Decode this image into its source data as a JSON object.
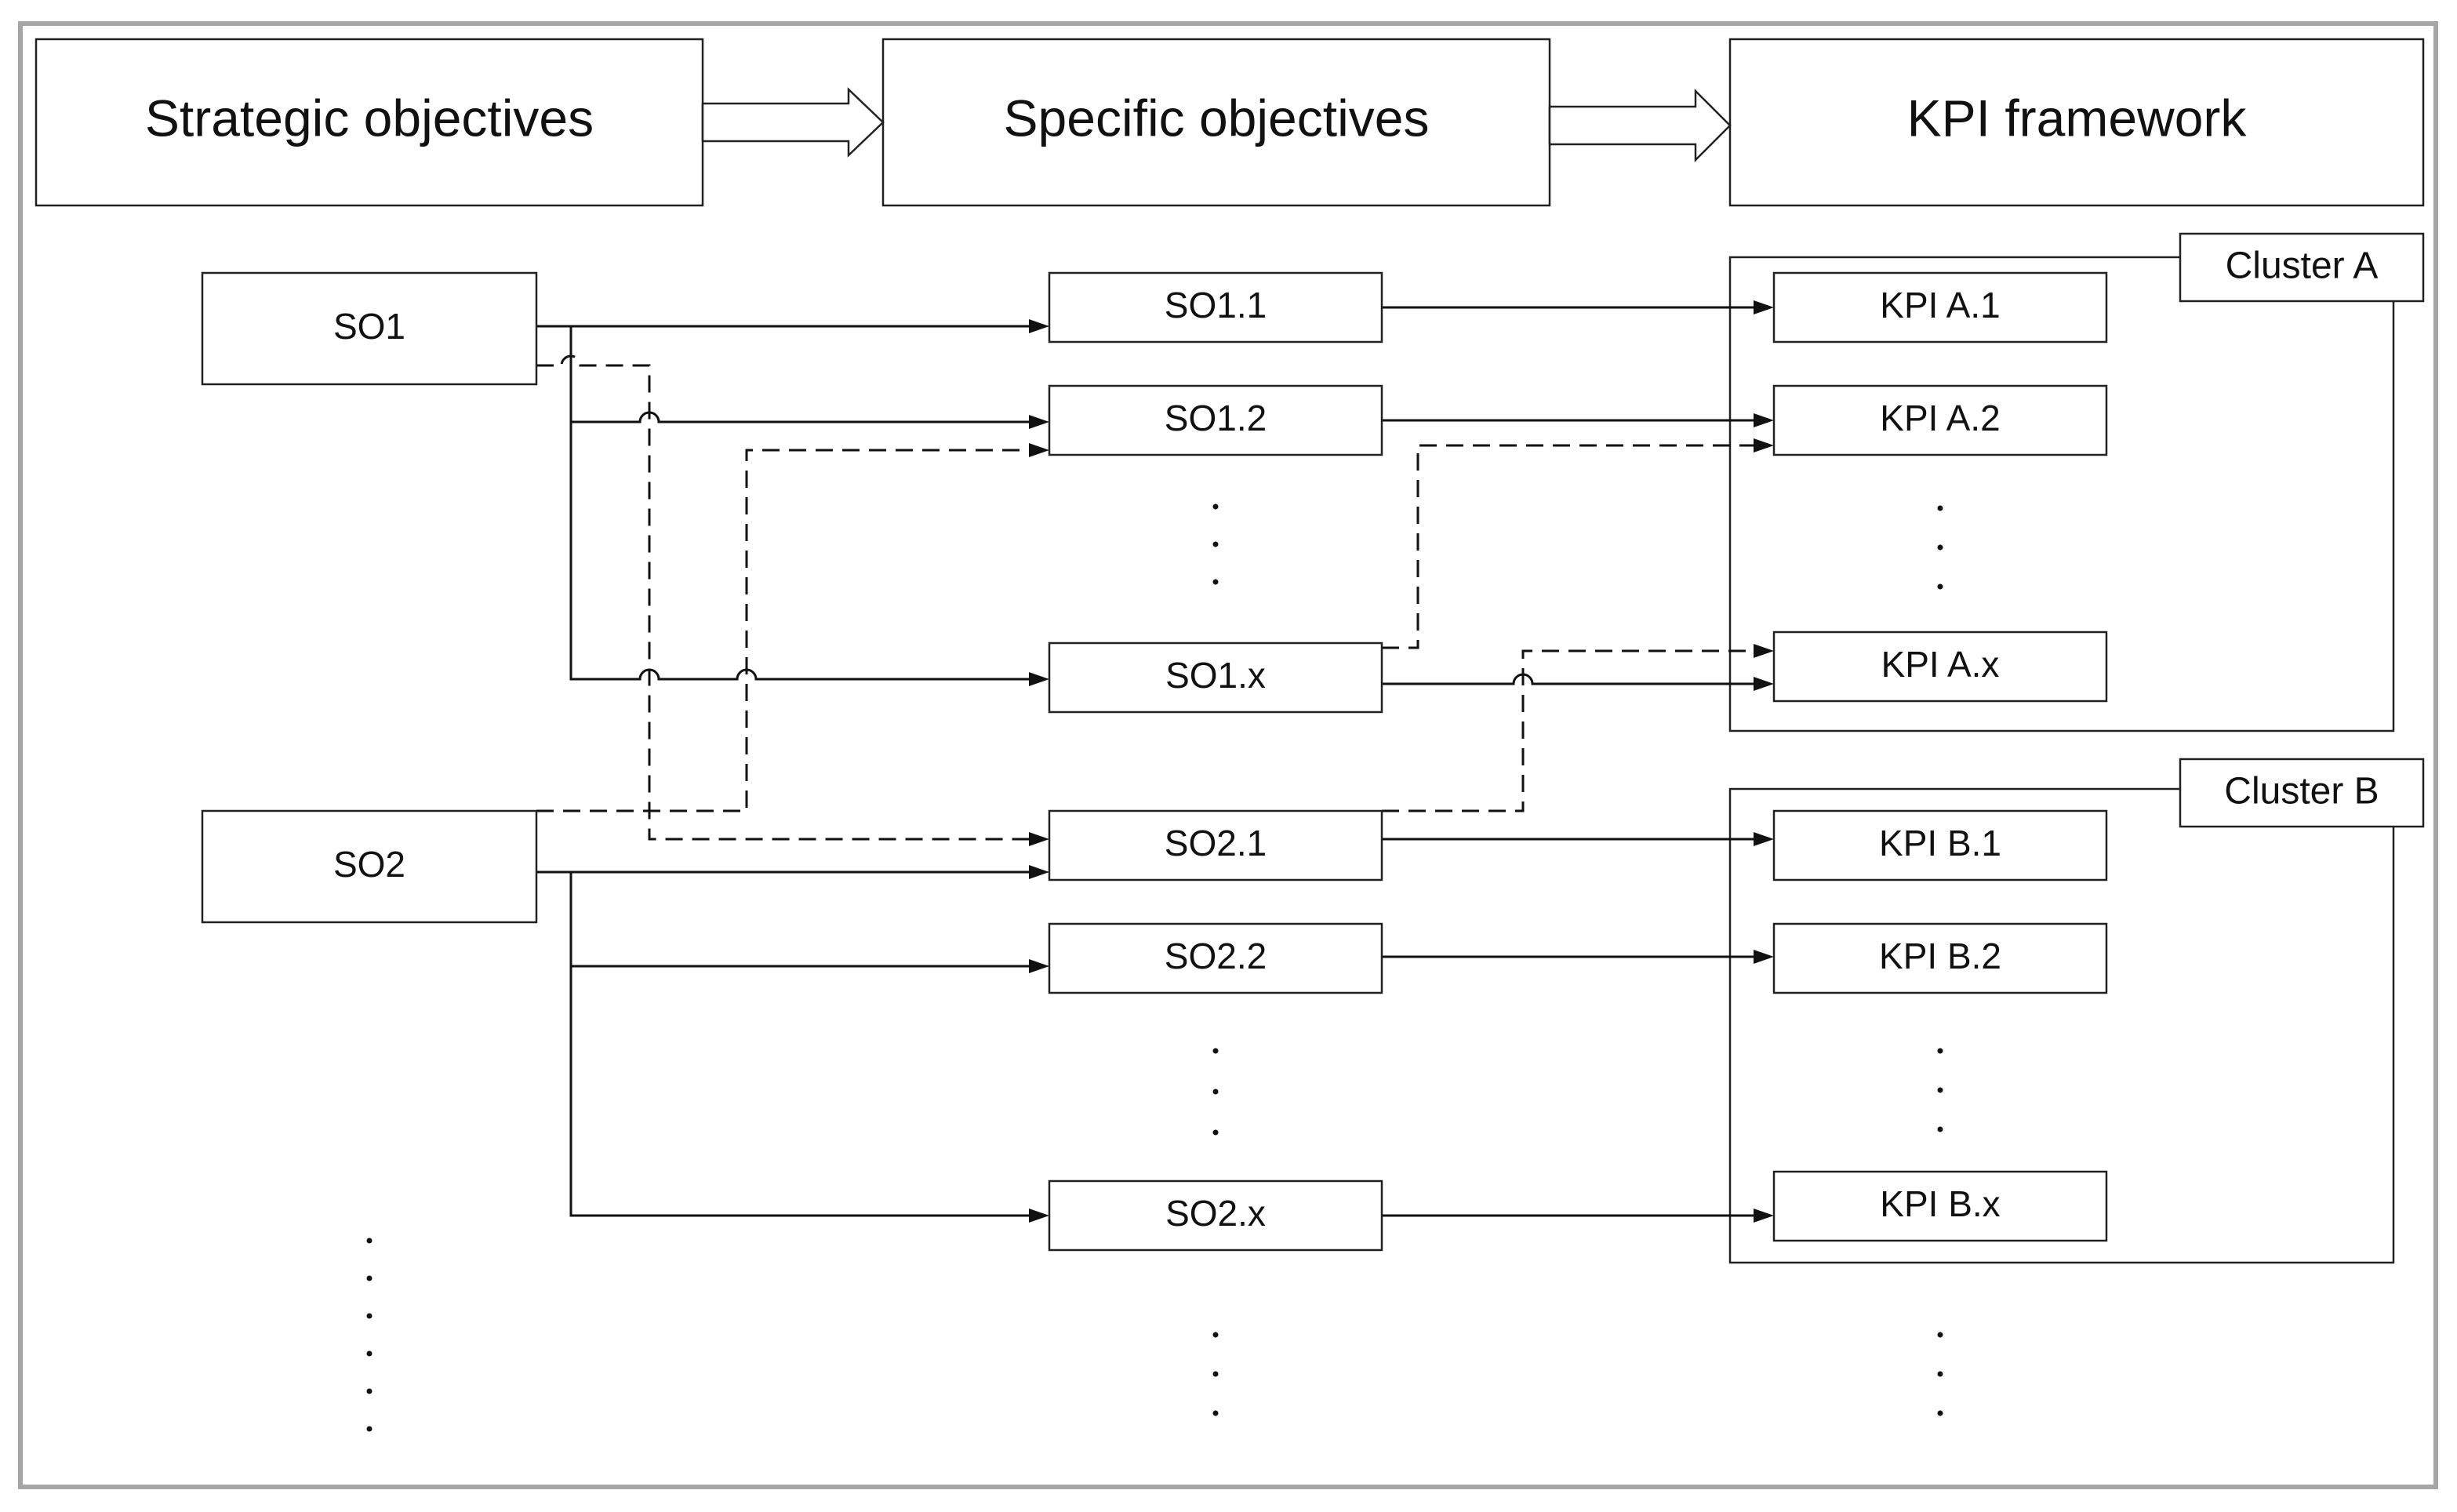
{
  "header": {
    "strategic": "Strategic objectives",
    "specific": "Specific objectives",
    "kpi": "KPI framework"
  },
  "strategic_objectives": [
    "SO1",
    "SO2"
  ],
  "specific_objectives": {
    "so1": [
      "SO1.1",
      "SO1.2",
      "SO1.x"
    ],
    "so2": [
      "SO2.1",
      "SO2.2",
      "SO2.x"
    ]
  },
  "clusters": [
    {
      "label": "Cluster A",
      "kpis": [
        "KPI A.1",
        "KPI A.2",
        "KPI A.x"
      ]
    },
    {
      "label": "Cluster B",
      "kpis": [
        "KPI B.1",
        "KPI B.2",
        "KPI B.x"
      ]
    }
  ],
  "colors": {
    "frame": "#a6a6a6",
    "stroke": "#222222",
    "text": "#111111",
    "background": "#ffffff"
  }
}
